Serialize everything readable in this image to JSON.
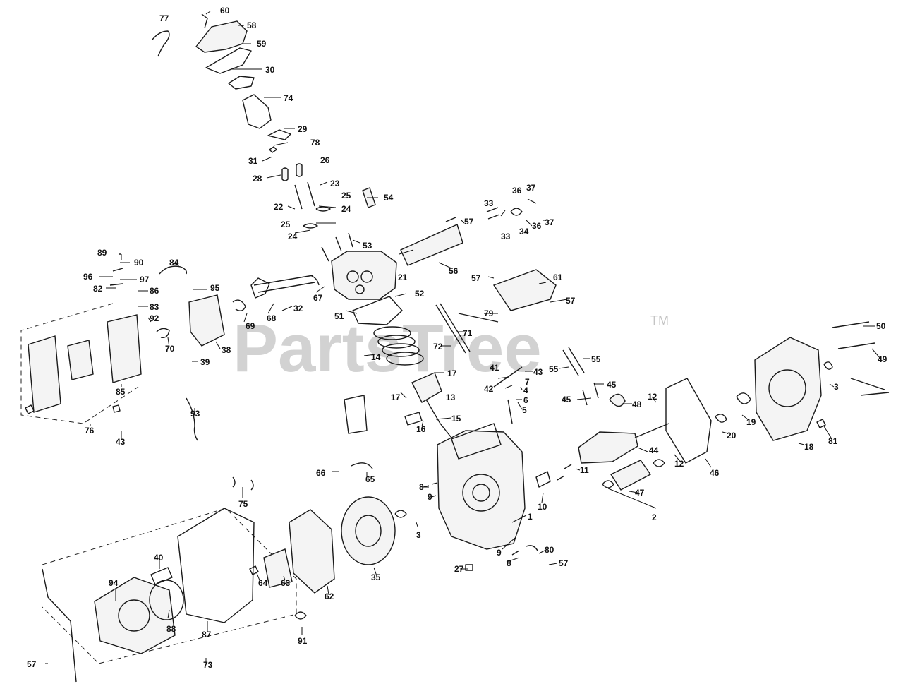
{
  "watermark": {
    "text": "PartsTree",
    "mark": "TM",
    "color": "#c4c4c4"
  },
  "callout_numbers": [
    "60",
    "58",
    "59",
    "77",
    "30",
    "74",
    "29",
    "78",
    "31",
    "26",
    "28",
    "23",
    "25",
    "54",
    "22",
    "24",
    "25",
    "24",
    "53",
    "33",
    "36",
    "37",
    "37",
    "34",
    "36",
    "33",
    "57",
    "56",
    "21",
    "61",
    "57",
    "57",
    "52",
    "67",
    "32",
    "68",
    "51",
    "79",
    "71",
    "72",
    "14",
    "17",
    "17",
    "13",
    "15",
    "16",
    "41",
    "43",
    "7",
    "42",
    "4",
    "6",
    "5",
    "55",
    "55",
    "45",
    "45",
    "48",
    "12",
    "89",
    "90",
    "96",
    "97",
    "82",
    "86",
    "84",
    "95",
    "83",
    "92",
    "69",
    "70",
    "39",
    "85",
    "38",
    "93",
    "76",
    "43",
    "66",
    "65",
    "75",
    "8",
    "9",
    "3",
    "10",
    "11",
    "44",
    "47",
    "12",
    "2",
    "46",
    "20",
    "19",
    "18",
    "3",
    "50",
    "49",
    "81",
    "1",
    "9",
    "8",
    "80",
    "57",
    "27",
    "94",
    "40",
    "88",
    "87",
    "73",
    "64",
    "63",
    "62",
    "35",
    "91",
    "57"
  ]
}
